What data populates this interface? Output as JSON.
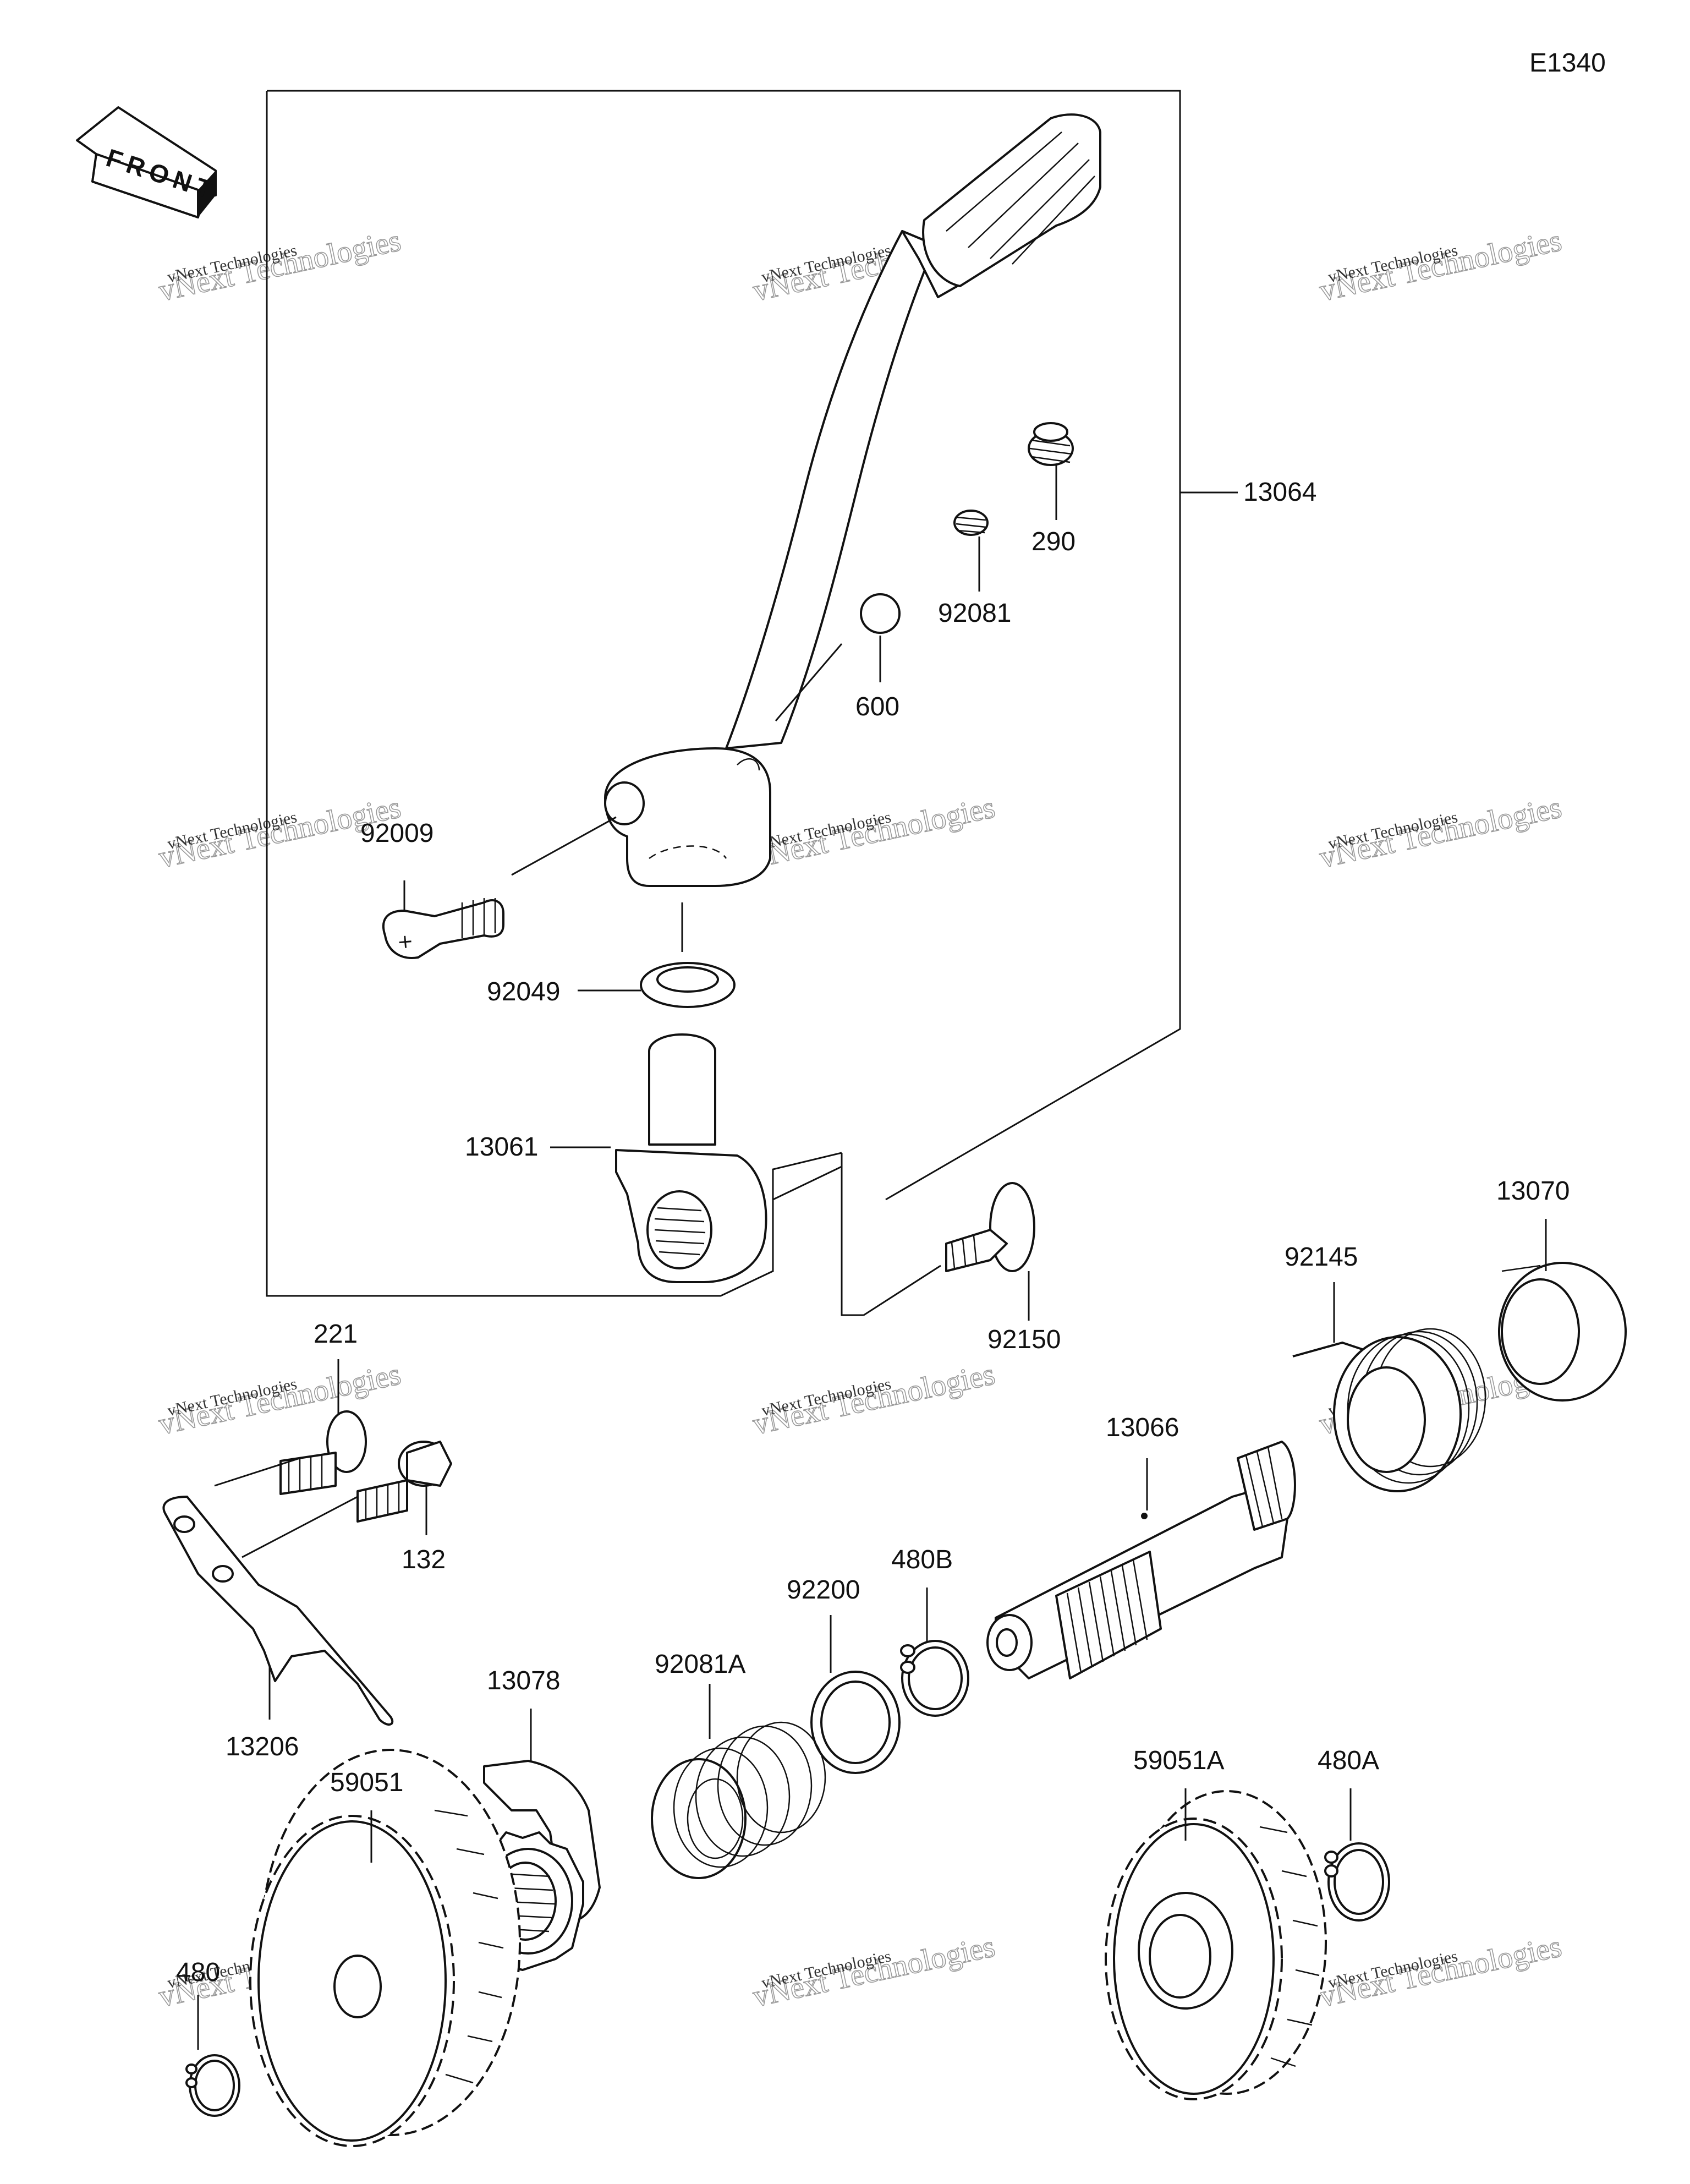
{
  "diagram_code": "E1340",
  "front_arrow_text": "FRONT",
  "watermark": {
    "line1": "vNext Technologies",
    "line2": "vNext Technologies"
  },
  "callouts": {
    "p13064": "13064",
    "p290": "290",
    "p92081": "92081",
    "p600": "600",
    "p92009": "92009",
    "p92049": "92049",
    "p13061": "13061",
    "p92150": "92150",
    "p13070": "13070",
    "p92145": "92145",
    "p221": "221",
    "p132": "132",
    "p13066": "13066",
    "p480B": "480B",
    "p92200": "92200",
    "p92081A": "92081A",
    "p13078": "13078",
    "p13206": "13206",
    "p59051": "59051",
    "p59051A": "59051A",
    "p480A": "480A",
    "p480": "480"
  }
}
